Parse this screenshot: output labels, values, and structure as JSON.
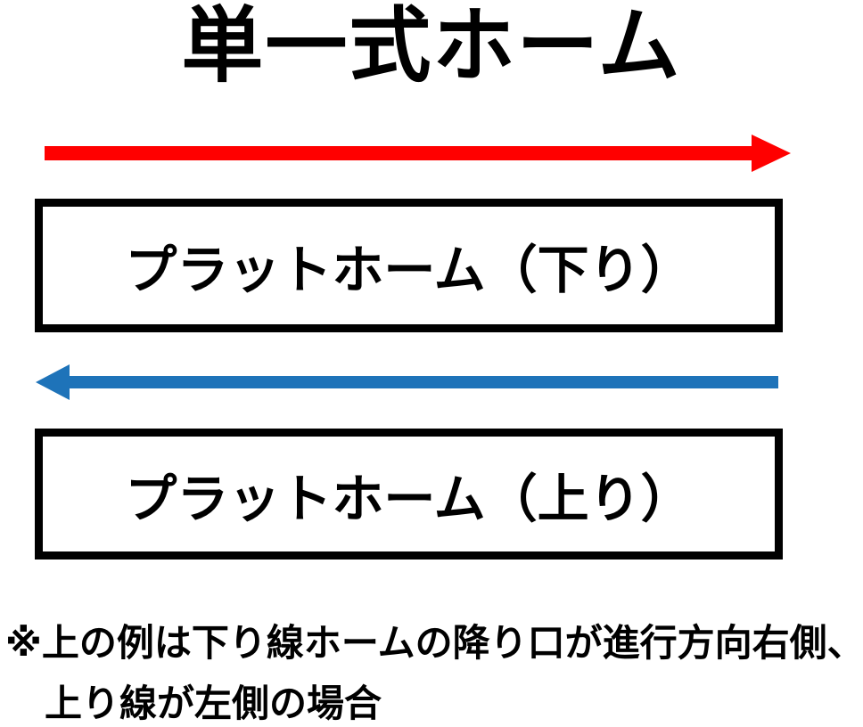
{
  "title": "単一式ホーム",
  "platforms": [
    {
      "label": "プラットホーム（下り）",
      "arrow_direction": "right",
      "arrow_color": "#ff0000"
    },
    {
      "label": "プラットホーム（上り）",
      "arrow_direction": "left",
      "arrow_color": "#1e73b9"
    }
  ],
  "note": {
    "line1": "※上の例は下り線ホームの降り口が進行方向右側、",
    "line2": "上り線が左側の場合"
  },
  "colors": {
    "down_arrow": "#ff0000",
    "up_arrow": "#1e73b9",
    "box_border": "#000000",
    "text": "#000000",
    "background": "#ffffff"
  }
}
